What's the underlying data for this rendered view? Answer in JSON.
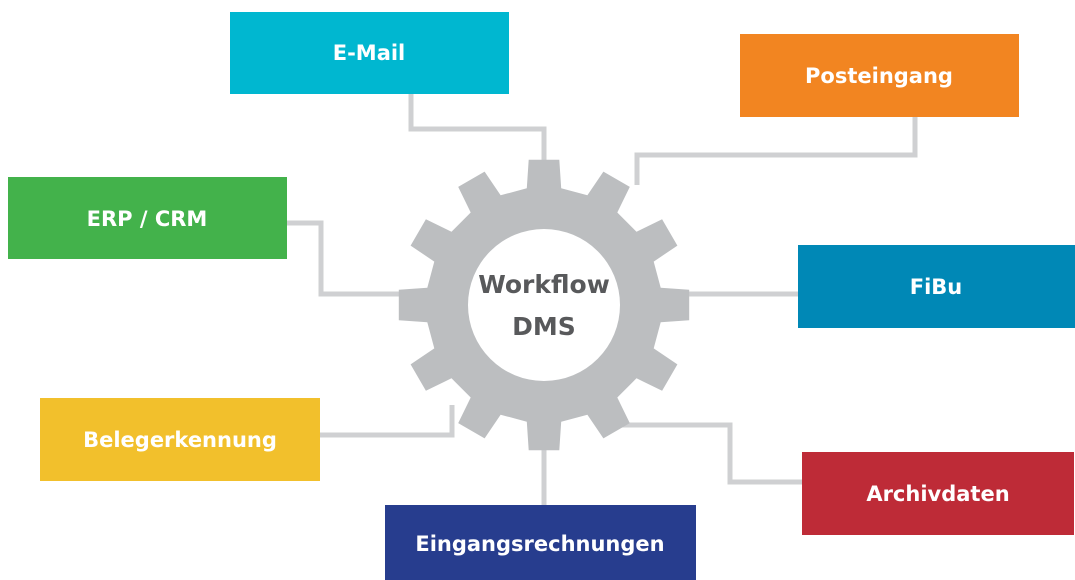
{
  "hub": {
    "line1": "Workflow",
    "line2": "DMS",
    "gear_color": "#bcbec0",
    "text_color": "#58595b"
  },
  "connector_color": "#cfd0d2",
  "nodes": [
    {
      "id": "email",
      "label": "E-Mail",
      "color": "#00b7d0"
    },
    {
      "id": "posteingang",
      "label": "Posteingang",
      "color": "#f28521"
    },
    {
      "id": "erp-crm",
      "label": "ERP / CRM",
      "color": "#43b24b"
    },
    {
      "id": "fibu",
      "label": "FiBu",
      "color": "#0088b6"
    },
    {
      "id": "belegerkennung",
      "label": "Belegerkennung",
      "color": "#f2c02c"
    },
    {
      "id": "archivdaten",
      "label": "Archivdaten",
      "color": "#be2b37"
    },
    {
      "id": "eingangsrechnungen",
      "label": "Eingangsrechnungen",
      "color": "#273d8e"
    }
  ]
}
